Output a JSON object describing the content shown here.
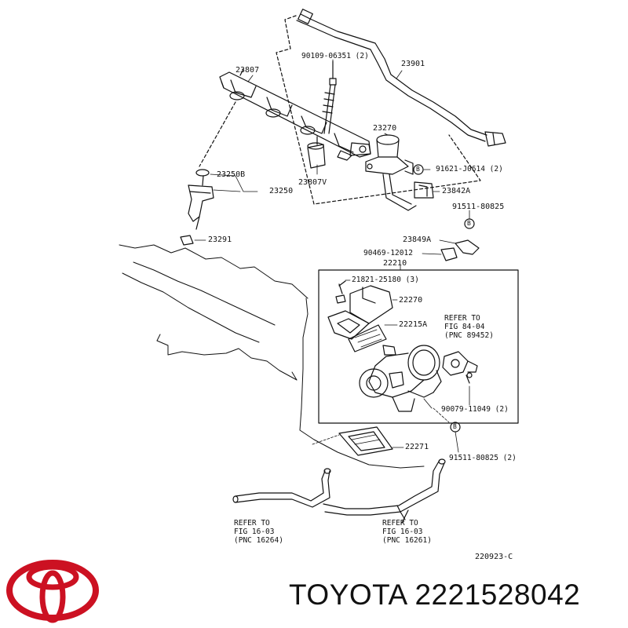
{
  "brand": {
    "name": "TOYOTA",
    "part_number": "2221528042",
    "logo_color": "#cc1122"
  },
  "diagram": {
    "code": "220923-C",
    "labels": {
      "p23807": "23807",
      "p90109": "90109-06351 (2)",
      "p23901": "23901",
      "p23270": "23270",
      "p91621": "91621-J0614 (2)",
      "p23250b": "23250B",
      "p23250": "23250",
      "p23807v": "23807V",
      "p23842a": "23842A",
      "p91511a": "91511-80825",
      "p23291": "23291",
      "p23849a": "23849A",
      "p90469": "90469-12012",
      "p22210": "22210",
      "p21821": "21821-25180 (3)",
      "p22270": "22270",
      "p22215a": "22215A",
      "p90079": "90079-11049 (2)",
      "p22271": "22271",
      "p91511b": "91511-80825 (2)"
    },
    "circle_marks": [
      "B",
      "B",
      "B"
    ],
    "references": {
      "fig84": "REFER TO\nFIG 84-04\n(PNC 89452)",
      "fig16a": "REFER TO\nFIG 16-03\n(PNC 16264)",
      "fig16b": "REFER TO\nFIG 16-03\n(PNC 16261)"
    }
  }
}
